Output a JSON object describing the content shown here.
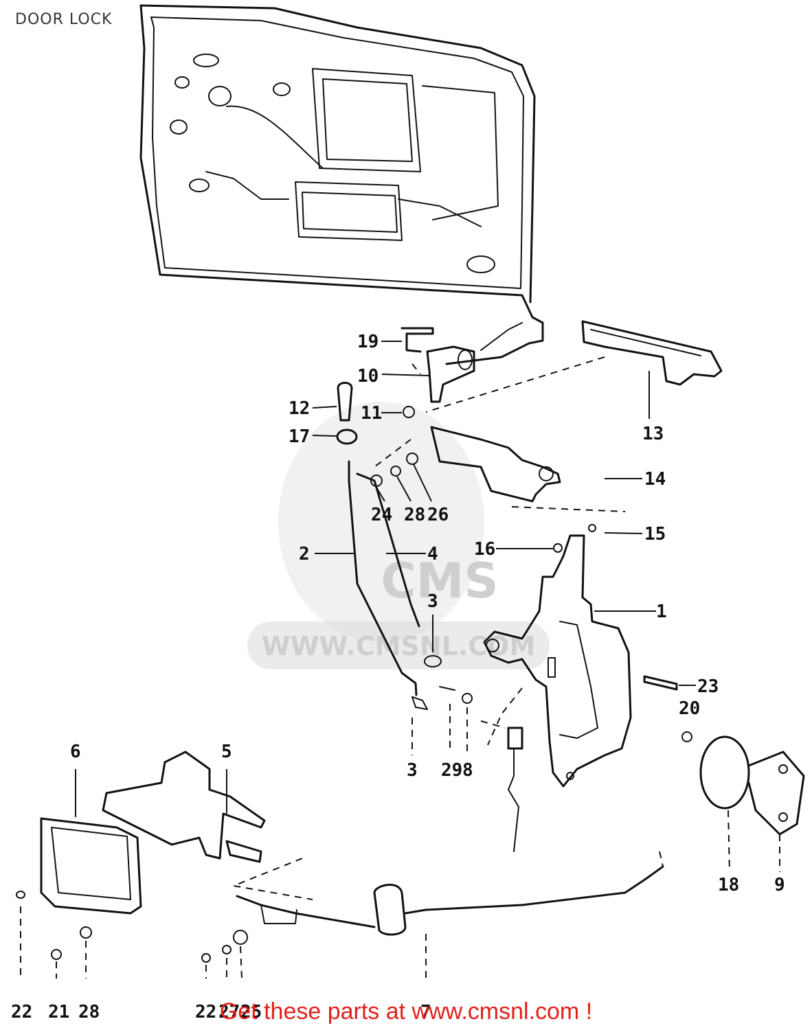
{
  "title": "DOOR LOCK",
  "watermark": {
    "text": "WWW.CMSNL.COM",
    "logo_text": "CMS"
  },
  "footer": {
    "text": "Get these parts at www.cmsnl.com !",
    "color": "#e0201b"
  },
  "callouts": [
    {
      "id": "c19",
      "label": "19"
    },
    {
      "id": "c10",
      "label": "10"
    },
    {
      "id": "c12",
      "label": "12"
    },
    {
      "id": "c11",
      "label": "11"
    },
    {
      "id": "c17",
      "label": "17"
    },
    {
      "id": "c13",
      "label": "13"
    },
    {
      "id": "c14",
      "label": "14"
    },
    {
      "id": "c24",
      "label": "24"
    },
    {
      "id": "c28a",
      "label": "28"
    },
    {
      "id": "c26",
      "label": "26"
    },
    {
      "id": "c15",
      "label": "15"
    },
    {
      "id": "c16",
      "label": "16"
    },
    {
      "id": "c2",
      "label": "2"
    },
    {
      "id": "c4",
      "label": "4"
    },
    {
      "id": "c3a",
      "label": "3"
    },
    {
      "id": "c1",
      "label": "1"
    },
    {
      "id": "c23",
      "label": "23"
    },
    {
      "id": "c20",
      "label": "20"
    },
    {
      "id": "c3b",
      "label": "3"
    },
    {
      "id": "c29",
      "label": "29"
    },
    {
      "id": "c8",
      "label": "8"
    },
    {
      "id": "c6",
      "label": "6"
    },
    {
      "id": "c5",
      "label": "5"
    },
    {
      "id": "c18",
      "label": "18"
    },
    {
      "id": "c9",
      "label": "9"
    },
    {
      "id": "c22a",
      "label": "22"
    },
    {
      "id": "c21",
      "label": "21"
    },
    {
      "id": "c28b",
      "label": "28"
    },
    {
      "id": "c22b",
      "label": "22"
    },
    {
      "id": "c27",
      "label": "27"
    },
    {
      "id": "c25",
      "label": "25"
    },
    {
      "id": "c7",
      "label": "7"
    }
  ]
}
